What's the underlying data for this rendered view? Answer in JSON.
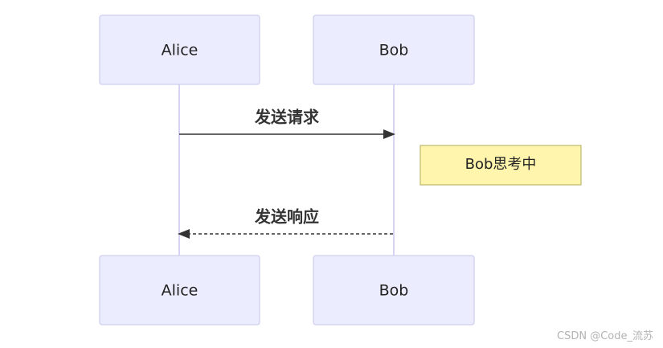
{
  "participants": [
    {
      "id": "alice",
      "label": "Alice"
    },
    {
      "id": "bob",
      "label": "Bob"
    }
  ],
  "messages": [
    {
      "from": "alice",
      "to": "bob",
      "label": "发送请求",
      "style": "solid"
    },
    {
      "from": "bob",
      "to": "alice",
      "label": "发送响应",
      "style": "dashed"
    }
  ],
  "note": {
    "over": "bob",
    "placement": "right-of",
    "label": "Bob思考中"
  },
  "colors": {
    "actor_fill": "#ececff",
    "actor_border": "#cfcfee",
    "lifeline": "#d6d4f2",
    "message": "#333333",
    "note_fill": "#fff5ad",
    "note_border": "#b9b164"
  },
  "watermark": "CSDN @Code_流苏"
}
